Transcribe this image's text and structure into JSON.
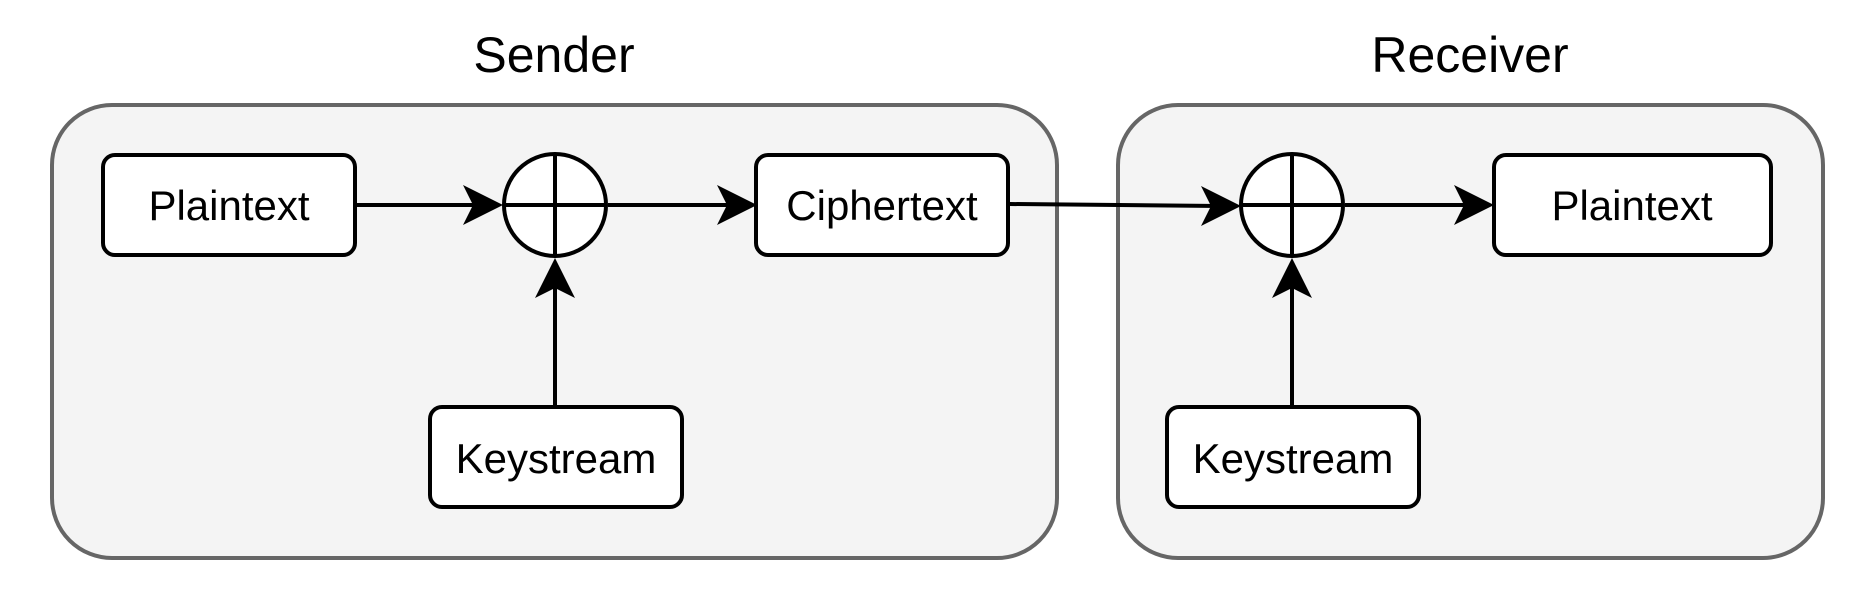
{
  "groups": {
    "sender": {
      "title": "Sender"
    },
    "receiver": {
      "title": "Receiver"
    }
  },
  "nodes": {
    "sender_plaintext": "Plaintext",
    "sender_keystream": "Keystream",
    "ciphertext": "Ciphertext",
    "receiver_keystream": "Keystream",
    "receiver_plaintext": "Plaintext"
  },
  "operators": {
    "sender_xor": "xor-icon",
    "receiver_xor": "xor-icon"
  }
}
